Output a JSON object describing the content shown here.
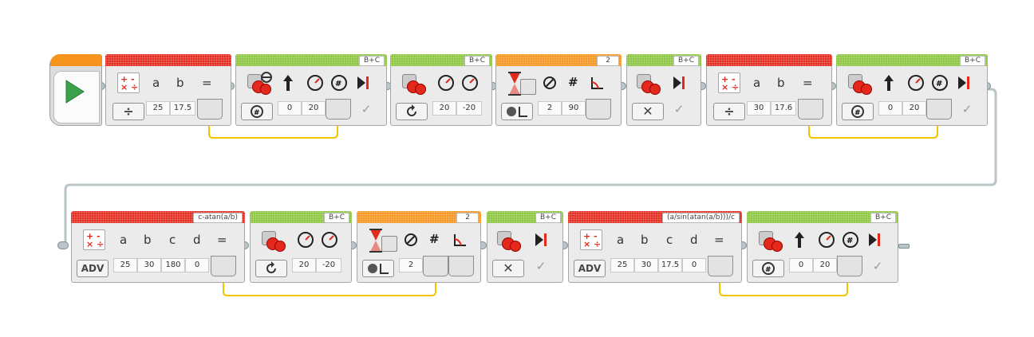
{
  "row1": {
    "math1": {
      "a": "25",
      "b": "17.5",
      "lbl_a": "a",
      "lbl_b": "b",
      "eq": "="
    },
    "move1": {
      "port": "B+C",
      "v1": "0",
      "v2": "20"
    },
    "tank1": {
      "port": "B+C",
      "v1": "20",
      "v2": "-20"
    },
    "wait1": {
      "port": "2",
      "v1": "2",
      "v2": "90"
    },
    "stop1": {
      "port": "B+C"
    },
    "math2": {
      "a": "30",
      "b": "17.6",
      "lbl_a": "a",
      "lbl_b": "b",
      "eq": "="
    },
    "move2": {
      "port": "B+C",
      "v1": "0",
      "v2": "20"
    }
  },
  "row2": {
    "adv1": {
      "expr": "c-atan(a/b)",
      "mode": "ADV",
      "a": "25",
      "b": "30",
      "c": "180",
      "d": "0",
      "lbl_a": "a",
      "lbl_b": "b",
      "lbl_c": "c",
      "lbl_d": "d",
      "eq": "="
    },
    "tank2": {
      "port": "B+C",
      "v1": "20",
      "v2": "-20"
    },
    "wait2": {
      "port": "2",
      "v1": "2"
    },
    "stop2": {
      "port": "B+C"
    },
    "adv2": {
      "expr": "(a/sin(atan(a/b)))/c",
      "mode": "ADV",
      "a": "25",
      "b": "30",
      "c": "17.5",
      "d": "0",
      "lbl_a": "a",
      "lbl_b": "b",
      "lbl_c": "c",
      "lbl_d": "d",
      "eq": "="
    },
    "move3": {
      "port": "B+C",
      "v1": "0",
      "v2": "20"
    }
  },
  "colors": {
    "math": "#e3291c",
    "motor": "#8bc53e",
    "wait": "#f7941d",
    "wire": "#f2c400",
    "start": "#3aa14a"
  },
  "icons": [
    "play-icon",
    "math-icon",
    "divide-icon",
    "large-motor-icon",
    "steering-icon",
    "power-icon",
    "rotations-icon",
    "brake-icon",
    "degrees-mode-icon",
    "tank-icon",
    "rotate-mode-icon",
    "timer-icon",
    "gyro-sensor-icon",
    "hash-icon",
    "angle-icon",
    "compare-angle-icon",
    "stop-icon",
    "close-icon",
    "check-icon"
  ]
}
